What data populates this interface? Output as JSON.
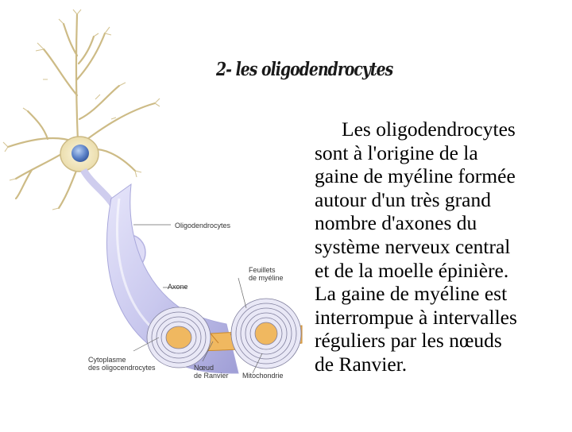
{
  "title": "2- les oligodendrocytes",
  "body_lines": [
    "Les oligodendrocytes",
    "sont à l'origine de la",
    "gaine de myéline formée",
    "autour d'un très grand",
    "nombre d'axones du",
    "système nerveux central",
    "et de la moelle épinière.",
    "La gaine de myéline est",
    "interrompue à intervalles",
    "réguliers par les nœuds",
    "de Ranvier."
  ],
  "figure_labels": {
    "oligodendrocytes": "Oligodendrocytes",
    "feuillets_line1": "Feuillets",
    "feuillets_line2": "de myéline",
    "axone": "Axone",
    "cytoplasme_line1": "Cytoplasme",
    "cytoplasme_line2": "des oligocendrocytes",
    "noeud_line1": "Nœud",
    "noeud_line2": "de Ranvier",
    "mitochondrie": "Mitochondrie"
  },
  "colors": {
    "sheath": "#c9c8ee",
    "sheath_dark": "#8f8ecb",
    "nucleus": "#5d83c8",
    "cell_body": "#f3e8c2",
    "axon": "#f0b860"
  }
}
